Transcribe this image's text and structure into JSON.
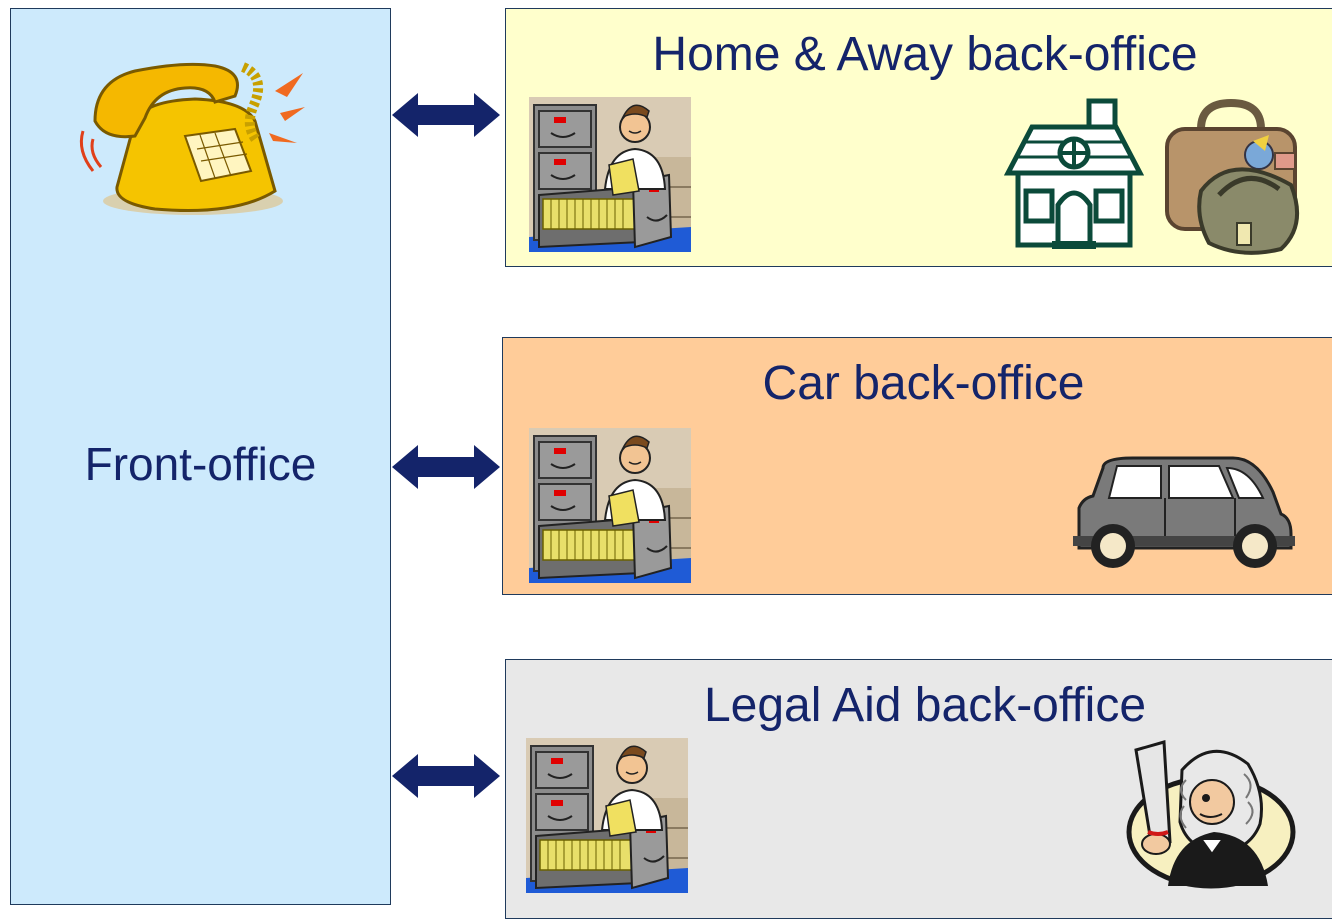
{
  "front_office": {
    "label": "Front-office"
  },
  "back_offices": [
    {
      "label": "Home & Away back-office"
    },
    {
      "label": "Car back-office"
    },
    {
      "label": "Legal Aid back-office"
    }
  ],
  "colors": {
    "front_fill": "#cdeafc",
    "home_fill": "#ffffcc",
    "car_fill": "#ffcc99",
    "legal_fill": "#e8e8e8",
    "text": "#14246a",
    "arrow": "#14246a"
  },
  "icons": [
    "telephone-icon",
    "filing-clerk-icon",
    "house-icon",
    "luggage-icon",
    "car-icon",
    "judge-icon",
    "double-arrow-icon"
  ]
}
